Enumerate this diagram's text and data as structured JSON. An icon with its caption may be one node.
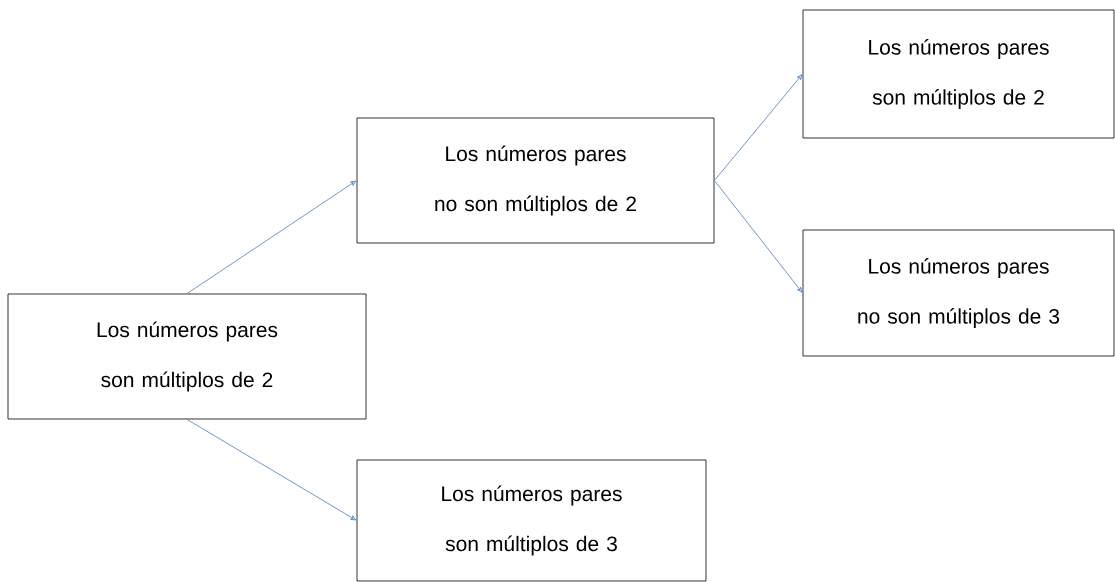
{
  "diagram": {
    "nodes": [
      {
        "text": [
          "Los números pares son múltiplos de 2"
        ]
      },
      {
        "text": [
          "Los números pares no son múltiplos de 2"
        ]
      },
      {
        "text": [
          "Los números pares son múltiplos de 3"
        ]
      },
      {
        "text": [
          "Los números pares son múltiplos de 2"
        ]
      },
      {
        "text": [
          "Los números pares no son múltiplos de 3"
        ]
      }
    ],
    "edges": [
      {
        "from": 0,
        "to": 1,
        "arrow": "to"
      },
      {
        "from": 0,
        "to": 2,
        "arrow": "to"
      },
      {
        "from": 1,
        "to": 3,
        "arrow": "to"
      },
      {
        "from": 1,
        "to": 4,
        "arrow": "to"
      }
    ]
  }
}
